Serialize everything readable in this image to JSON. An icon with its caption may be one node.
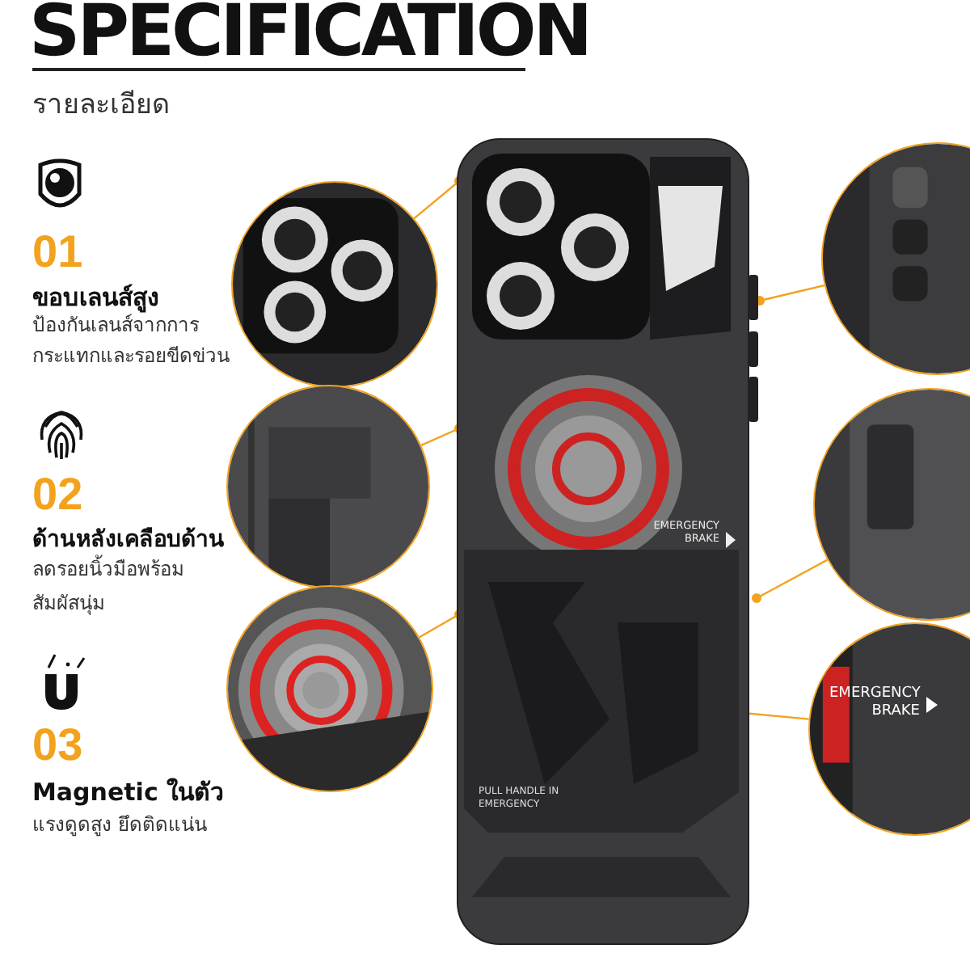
{
  "diagram": {
    "title": "SPECIFICATION",
    "nodes": [
      {
        "text": [],
        "shape": "circle"
      },
      {
        "text": [],
        "shape": "circle"
      },
      {
        "text": [],
        "shape": "circle"
      },
      {
        "text": [],
        "shape": "picture"
      },
      {
        "text": [],
        "shape": "circle"
      },
      {
        "text": [],
        "shape": "circle"
      },
      {
        "text": [
          "EMERGENCY BRAKE"
        ]
      }
    ],
    "edges": [
      {
        "from": 0,
        "to": 3,
        "arrow": "other"
      },
      {
        "from": 1,
        "to": 3,
        "arrow": "other"
      },
      {
        "from": 2,
        "to": 3,
        "arrow": "other"
      },
      {
        "from": 4,
        "to": 3,
        "arrow": "other"
      },
      {
        "from": 5,
        "to": 3,
        "arrow": "other"
      },
      {
        "from": 6,
        "to": 3,
        "arrow": "other"
      }
    ],
    "labels": [
      "รายละเอียด",
      "01",
      "ขอบเลนส์สูง",
      "ป้องกันเลนส์จากการกระแทกและรอยขีดข่วน",
      "02",
      "ด้านหลังเคลือบด้าน",
      "ลดรอยนิ้วมือพร้อมสัมผัสนุ่ม",
      "03",
      "Magnetic ในตัว",
      "แรงดูดสูง ยึดติดแน่น",
      "EMERGENCY BRAKE",
      "PULL HANDLE IN EMERGENCY"
    ]
  }
}
